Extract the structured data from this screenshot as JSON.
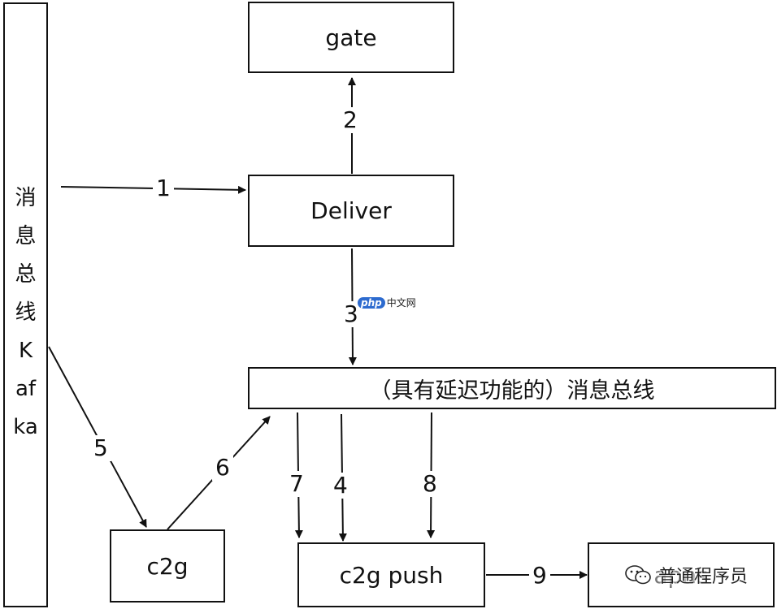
{
  "nodes": {
    "gate": "gate",
    "deliver": "Deliver",
    "bus": "（具有延迟功能的）消息总线",
    "c2g": "c2g",
    "c2g_push": "c2g push",
    "apns": "apns",
    "kafka_chars": [
      "消",
      "息",
      "总",
      "线",
      "K",
      "af",
      "ka"
    ]
  },
  "edges": {
    "e1": "1",
    "e2": "2",
    "e3": "3",
    "e4": "4",
    "e5": "5",
    "e6": "6",
    "e7": "7",
    "e8": "8",
    "e9": "9"
  },
  "watermark": {
    "logo": "php",
    "site": "中文网",
    "brand": "普通程序员",
    "brand_icon": "wechat-icon"
  }
}
